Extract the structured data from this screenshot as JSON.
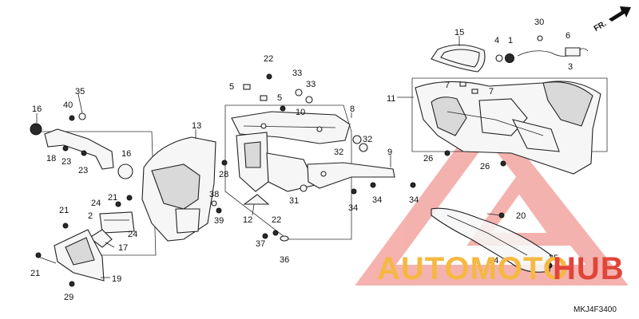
{
  "diagram": {
    "direction_label": "FR.",
    "diagram_code": "MKJ4F3400",
    "watermark": {
      "part_a": "AUTOMOTO",
      "part_b": "HUB",
      "color_a": "#f5b841",
      "color_b": "#e0453a"
    },
    "callouts": [
      {
        "id": "c1",
        "text": "1"
      },
      {
        "id": "c2",
        "text": "2"
      },
      {
        "id": "c3",
        "text": "3"
      },
      {
        "id": "c4",
        "text": "4"
      },
      {
        "id": "c5a",
        "text": "5"
      },
      {
        "id": "c5b",
        "text": "5"
      },
      {
        "id": "c6",
        "text": "6"
      },
      {
        "id": "c7a",
        "text": "7"
      },
      {
        "id": "c7b",
        "text": "7"
      },
      {
        "id": "c8",
        "text": "8"
      },
      {
        "id": "c9",
        "text": "9"
      },
      {
        "id": "c10",
        "text": "10"
      },
      {
        "id": "c11",
        "text": "11"
      },
      {
        "id": "c12",
        "text": "12"
      },
      {
        "id": "c13",
        "text": "13"
      },
      {
        "id": "c14",
        "text": "14"
      },
      {
        "id": "c15",
        "text": "15"
      },
      {
        "id": "c16a",
        "text": "16"
      },
      {
        "id": "c16b",
        "text": "16"
      },
      {
        "id": "c17",
        "text": "17"
      },
      {
        "id": "c18",
        "text": "18"
      },
      {
        "id": "c19",
        "text": "19"
      },
      {
        "id": "c20",
        "text": "20"
      },
      {
        "id": "c21a",
        "text": "21"
      },
      {
        "id": "c21b",
        "text": "21"
      },
      {
        "id": "c21c",
        "text": "21"
      },
      {
        "id": "c22a",
        "text": "22"
      },
      {
        "id": "c22b",
        "text": "22"
      },
      {
        "id": "c23a",
        "text": "23"
      },
      {
        "id": "c23b",
        "text": "23"
      },
      {
        "id": "c24a",
        "text": "24"
      },
      {
        "id": "c24b",
        "text": "24"
      },
      {
        "id": "c25",
        "text": "25"
      },
      {
        "id": "c26a",
        "text": "26"
      },
      {
        "id": "c26b",
        "text": "26"
      },
      {
        "id": "c28",
        "text": "28"
      },
      {
        "id": "c29",
        "text": "29"
      },
      {
        "id": "c30",
        "text": "30"
      },
      {
        "id": "c31",
        "text": "31"
      },
      {
        "id": "c32a",
        "text": "32"
      },
      {
        "id": "c32b",
        "text": "32"
      },
      {
        "id": "c33a",
        "text": "33"
      },
      {
        "id": "c33b",
        "text": "33"
      },
      {
        "id": "c34a",
        "text": "34"
      },
      {
        "id": "c34b",
        "text": "34"
      },
      {
        "id": "c34c",
        "text": "34"
      },
      {
        "id": "c35",
        "text": "35"
      },
      {
        "id": "c36",
        "text": "36"
      },
      {
        "id": "c37",
        "text": "37"
      },
      {
        "id": "c38",
        "text": "38"
      },
      {
        "id": "c39",
        "text": "39"
      },
      {
        "id": "c40",
        "text": "40"
      }
    ]
  }
}
